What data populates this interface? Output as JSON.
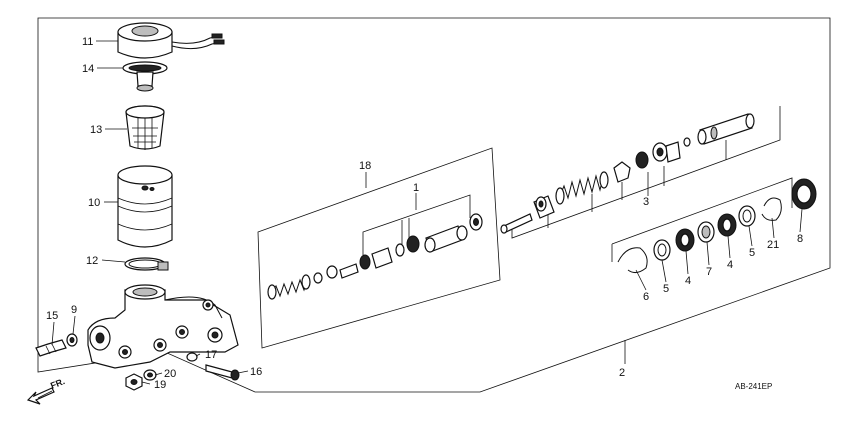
{
  "diagram": {
    "callouts": [
      {
        "id": "c11",
        "text": "11"
      },
      {
        "id": "c14",
        "text": "14"
      },
      {
        "id": "c13",
        "text": "13"
      },
      {
        "id": "c10",
        "text": "10"
      },
      {
        "id": "c12",
        "text": "12"
      },
      {
        "id": "c15",
        "text": "15"
      },
      {
        "id": "c9",
        "text": "9"
      },
      {
        "id": "c17",
        "text": "17"
      },
      {
        "id": "c16",
        "text": "16"
      },
      {
        "id": "c20",
        "text": "20"
      },
      {
        "id": "c19",
        "text": "19"
      },
      {
        "id": "c18",
        "text": "18"
      },
      {
        "id": "c1",
        "text": "1"
      },
      {
        "id": "c3",
        "text": "3"
      },
      {
        "id": "c2",
        "text": "2"
      },
      {
        "id": "c6",
        "text": "6"
      },
      {
        "id": "c5a",
        "text": "5"
      },
      {
        "id": "c4a",
        "text": "4"
      },
      {
        "id": "c7",
        "text": "7"
      },
      {
        "id": "c4b",
        "text": "4"
      },
      {
        "id": "c5b",
        "text": "5"
      },
      {
        "id": "c21",
        "text": "21"
      },
      {
        "id": "c8",
        "text": "8"
      }
    ],
    "front_label": "FR.",
    "figure_code": "AB-241EP"
  }
}
